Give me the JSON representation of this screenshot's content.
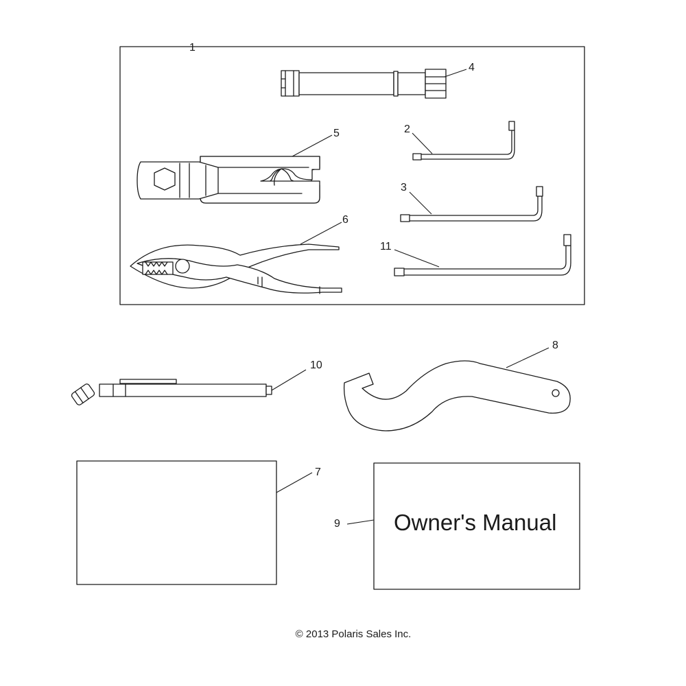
{
  "callouts": {
    "c1": "1",
    "c2": "2",
    "c3": "3",
    "c4": "4",
    "c5": "5",
    "c6": "6",
    "c7": "7",
    "c8": "8",
    "c9": "9",
    "c10": "10",
    "c11": "11"
  },
  "manual_label": "Owner's Manual",
  "copyright": "© 2013 Polaris Sales Inc."
}
